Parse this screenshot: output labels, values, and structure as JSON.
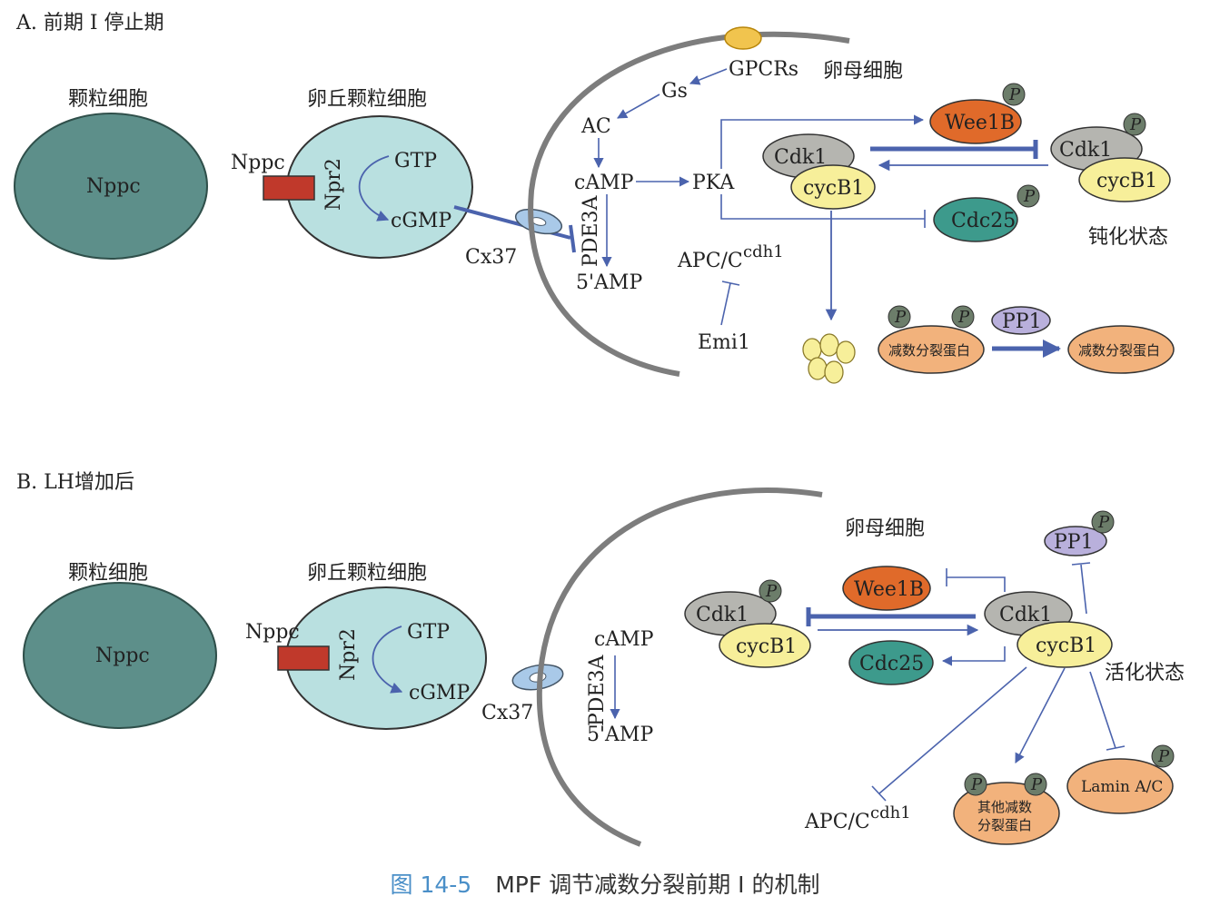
{
  "panelA": {
    "title": "A. 前期 I 停止期",
    "granulosa_title": "颗粒细胞",
    "cumulus_title": "卵丘颗粒细胞",
    "oocyte_title": "卵母细胞",
    "nppc_cell": "Nppc",
    "nppc_ligand": "Nppc",
    "npr2": "Npr2",
    "gtp": "GTP",
    "cgmp": "cGMP",
    "cx37": "Cx37",
    "gpcrs": "GPCRs",
    "gs": "Gs",
    "ac": "AC",
    "camp": "cAMP",
    "pka": "PKA",
    "pde3a": "PDE3A",
    "amp5": "5'AMP",
    "apc": "APC/C",
    "apc_sup": "cdh1",
    "emi1": "Emi1",
    "wee1b": "Wee1B",
    "cdc25": "Cdc25",
    "cdk1_left": "Cdk1",
    "cycb1_left": "cycB1",
    "cdk1_right": "Cdk1",
    "cycb1_right": "cycB1",
    "blunted_state": "钝化状态",
    "pp1": "PP1",
    "meiosis_protein_left": "减数分裂蛋白",
    "meiosis_protein_right": "减数分裂蛋白",
    "phospho": "P"
  },
  "panelB": {
    "title": "B. LH增加后",
    "granulosa_title": "颗粒细胞",
    "cumulus_title": "卵丘颗粒细胞",
    "oocyte_title": "卵母细胞",
    "nppc_cell": "Nppc",
    "nppc_ligand": "Nppc",
    "npr2": "Npr2",
    "gtp": "GTP",
    "cgmp": "cGMP",
    "cx37": "Cx37",
    "camp": "cAMP",
    "pde3a": "PDE3A",
    "amp5": "5'AMP",
    "wee1b": "Wee1B",
    "cdc25": "Cdc25",
    "cdk1_left": "Cdk1",
    "cycb1_left": "cycB1",
    "cdk1_right": "Cdk1",
    "cycb1_right": "cycB1",
    "pp1": "PP1",
    "active_state": "活化状态",
    "apc": "APC/C",
    "apc_sup": "cdh1",
    "other_meiosis_line1": "其他减数",
    "other_meiosis_line2": "分裂蛋白",
    "lamin": "Lamin A/C",
    "phospho": "P"
  },
  "caption": {
    "figure_number": "图 14-5",
    "text": "MPF 调节减数分裂前期 I 的机制"
  },
  "colors": {
    "granulosa": "#5d8f8a",
    "cumulus": "#b9e0e0",
    "membrane": "#7d7d7d",
    "arrow": "#4b63ad",
    "npr2_receptor": "#c0392b",
    "wee1b": "#e06a2a",
    "cdk1": "#b5b5b0",
    "cycb1": "#f7ef9a",
    "cdc25": "#3d9a8c",
    "pp1": "#b9b0dc",
    "meiosis_protein": "#f2b27c",
    "phospho": "#6c7d6a",
    "cx37": "#a9c9e8",
    "gpcr": "#f1c44e"
  }
}
